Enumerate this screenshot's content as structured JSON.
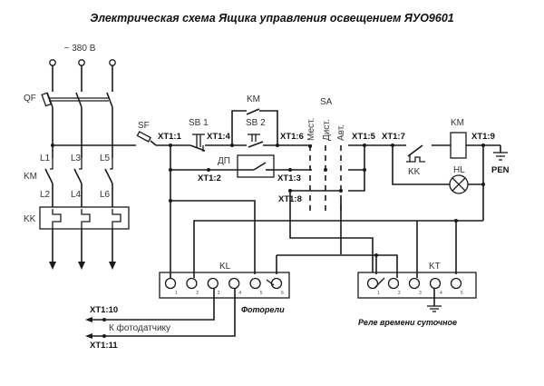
{
  "title": "Электрическая схема Ящика управления освещением ЯУО9601",
  "supply": {
    "voltage_label": "~ 380 В"
  },
  "power_circuit": {
    "breaker": "QF",
    "contactor": "KM",
    "thermal_relay": "KK",
    "lines_in": [
      "L1",
      "L3",
      "L5"
    ],
    "lines_out": [
      "L2",
      "L4",
      "L6"
    ]
  },
  "control_circuit": {
    "fuse": "SF",
    "stop_button": "SB 1",
    "start_button": "SB 2",
    "km_contact": "KM",
    "photo_relay_contact": "ДП",
    "selector": "SA",
    "selector_positions": [
      "Мест.",
      "Дист.",
      "Авт."
    ],
    "coil": "KM",
    "thermal_contact": "KK",
    "lamp": "HL",
    "ground": "PEN",
    "terminals": {
      "t1": "XT1:1",
      "t2": "XT1:2",
      "t3": "XT1:3",
      "t4": "XT1:4",
      "t5": "XT1:5",
      "t6": "XT1:6",
      "t7": "XT1:7",
      "t8": "XT1:8",
      "t9": "XT1:9",
      "t10": "XT1:10",
      "t11": "XT1:11"
    }
  },
  "photo_relay": {
    "label": "KL",
    "caption": "Фоторели",
    "pins": [
      "1",
      "2",
      "3",
      "4",
      "5",
      "6"
    ],
    "sensor_label": "К фотодатчику"
  },
  "timer_relay": {
    "label": "KT",
    "caption": "Реле времени суточное",
    "pins": [
      "1",
      "2",
      "3",
      "4",
      "5"
    ]
  }
}
